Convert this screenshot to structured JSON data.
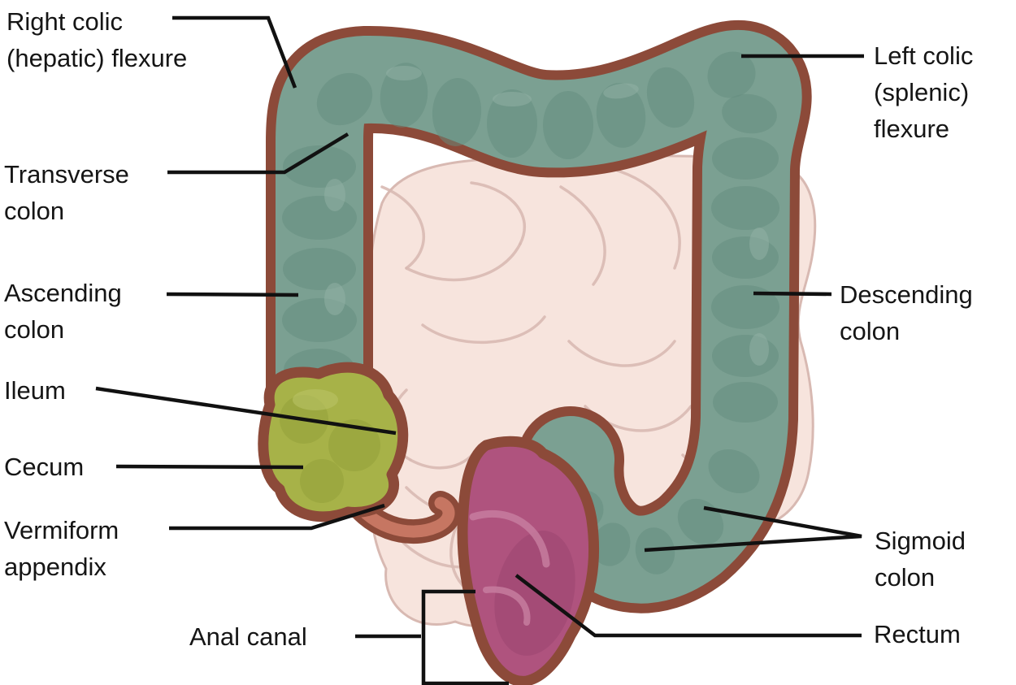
{
  "labels": {
    "right_colic_flexure": {
      "lines": [
        "Right colic",
        "(hepatic) flexure"
      ]
    },
    "transverse_colon": {
      "lines": [
        "Transverse",
        "colon"
      ]
    },
    "ascending_colon": {
      "lines": [
        "Ascending",
        "colon"
      ]
    },
    "ileum": {
      "lines": [
        "Ileum"
      ]
    },
    "cecum": {
      "lines": [
        "Cecum"
      ]
    },
    "vermiform_appendix": {
      "lines": [
        "Vermiform",
        "appendix"
      ]
    },
    "anal_canal": {
      "lines": [
        "Anal canal"
      ]
    },
    "left_colic_flexure": {
      "lines": [
        "Left colic",
        "(splenic)",
        "flexure"
      ]
    },
    "descending_colon": {
      "lines": [
        "Descending",
        "colon"
      ]
    },
    "sigmoid_colon": {
      "lines": [
        "Sigmoid",
        "colon"
      ]
    },
    "rectum": {
      "lines": [
        "Rectum"
      ]
    }
  },
  "colors": {
    "background": "#ffffff",
    "colon_teal": "#7BA092",
    "colon_shade": "#648B7E",
    "colon_highlight": "#93B2A5",
    "outline_brown": "#8C4A39",
    "cecum_green": "#A7B248",
    "cecum_shade": "#93A03A",
    "cecum_highlight": "#BCC468",
    "appendix_salmon": "#C67662",
    "rectum_magenta": "#AF537E",
    "rectum_shade": "#93406B",
    "rectum_highlight": "#C77C9F",
    "intestine_pink": "#F7E4DD",
    "intestine_line": "#D8B9B2",
    "label_text": "#151515",
    "leader_line": "#111111"
  }
}
